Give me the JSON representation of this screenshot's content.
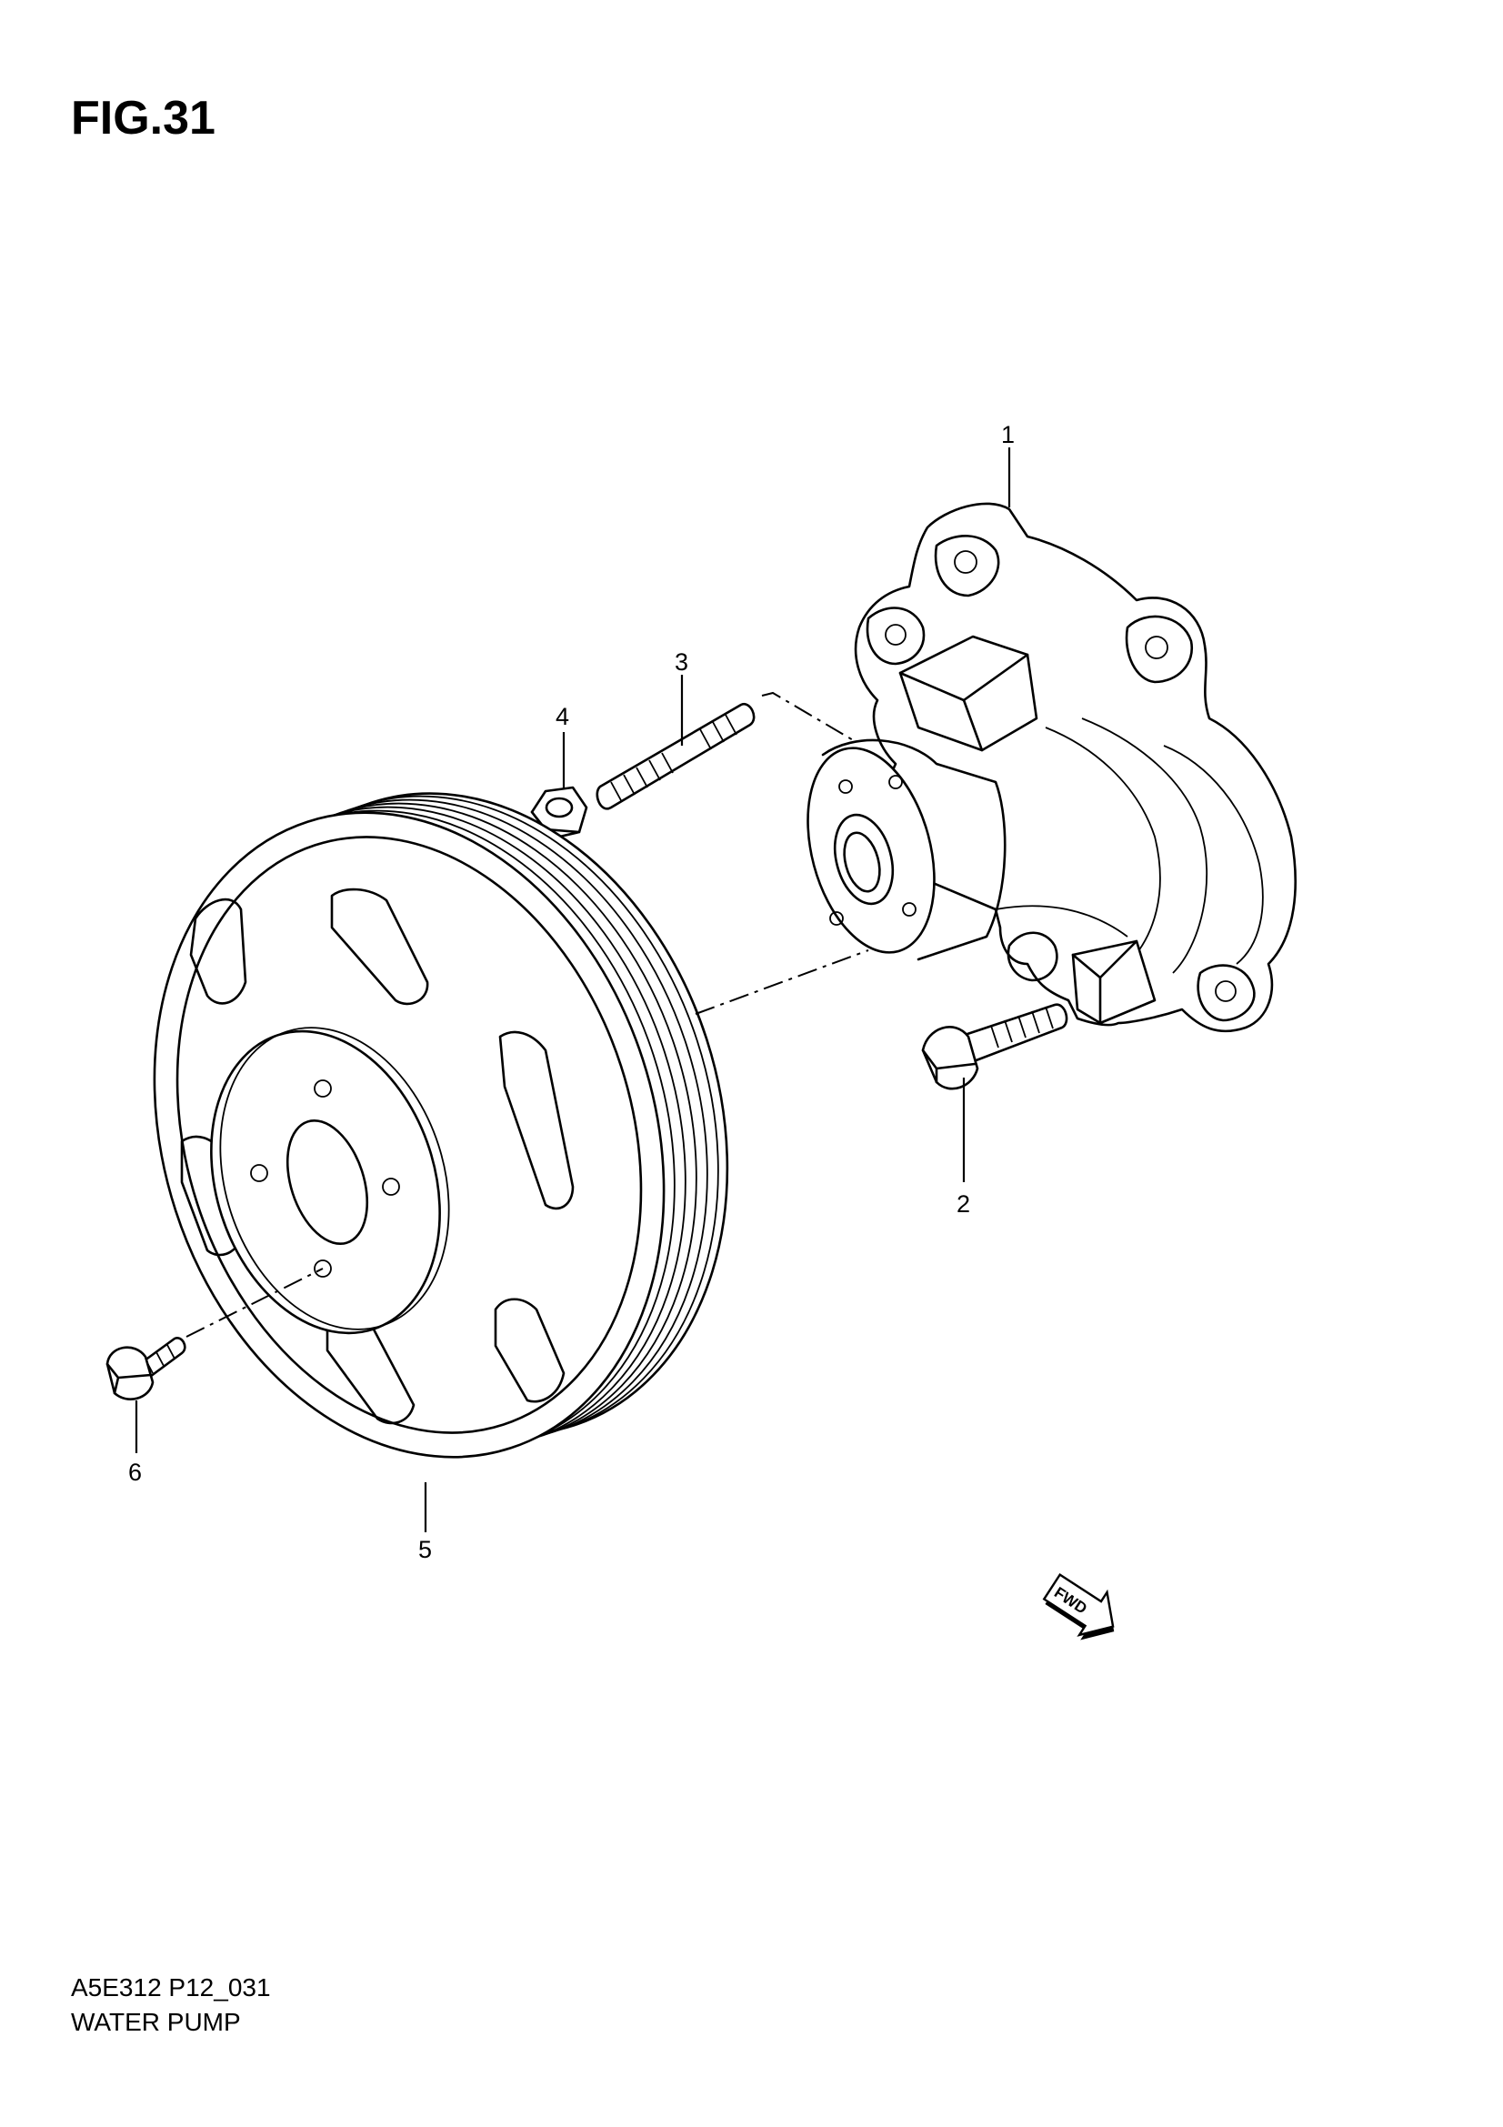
{
  "figure": {
    "title": "FIG.31"
  },
  "footer": {
    "code": "A5E312 P12_031",
    "name": "WATER PUMP"
  },
  "callouts": [
    {
      "id": "1",
      "label": "1"
    },
    {
      "id": "2",
      "label": "2"
    },
    {
      "id": "3",
      "label": "3"
    },
    {
      "id": "4",
      "label": "4"
    },
    {
      "id": "5",
      "label": "5"
    },
    {
      "id": "6",
      "label": "6"
    }
  ],
  "direction_marker": {
    "label": "FWD"
  }
}
